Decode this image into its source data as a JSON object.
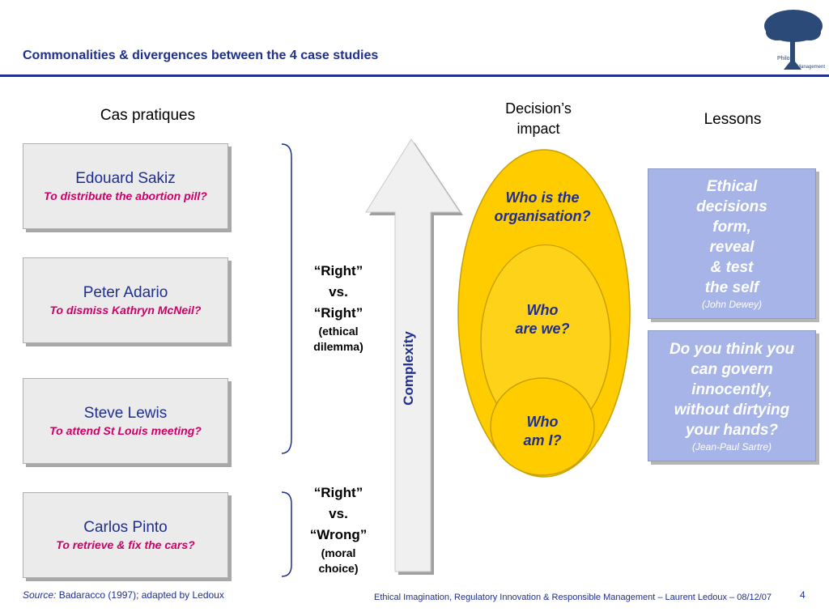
{
  "slide": {
    "title": "Commonalities & divergences between the 4 case studies",
    "logo_text": [
      "Philo",
      "Management"
    ],
    "page_number": "4"
  },
  "columns": {
    "cases_header": "Cas pratiques",
    "impact_header": [
      "Decision’s",
      "impact"
    ],
    "lessons_header": "Lessons"
  },
  "cases": [
    {
      "name": "Edouard Sakiz",
      "question": "To distribute the abortion pill?"
    },
    {
      "name": "Peter Adario",
      "question": "To dismiss Kathryn McNeil?"
    },
    {
      "name": "Steve Lewis",
      "question": "To attend St Louis meeting?"
    },
    {
      "name": "Carlos Pinto",
      "question": "To retrieve & fix the cars?"
    }
  ],
  "dilemma": {
    "line1": "“Right”",
    "line2": "vs.",
    "line3": "“Right”",
    "note1": "(ethical",
    "note2": "dilemma)"
  },
  "moral": {
    "line1": "“Right”",
    "line2": "vs.",
    "line3": "“Wrong”",
    "note1": "(moral",
    "note2": "choice)"
  },
  "arrow_label": "Complexity",
  "ovals": {
    "outer": [
      "Who is the",
      "organisation?"
    ],
    "middle": [
      "Who",
      "are we?"
    ],
    "inner": [
      "Who",
      "am I?"
    ]
  },
  "lessons": [
    {
      "lines": [
        "Ethical",
        "decisions",
        "form,",
        "reveal",
        "& test",
        "the self"
      ],
      "attribution": "(John Dewey)"
    },
    {
      "lines": [
        "Do you think you",
        "can govern",
        "innocently,",
        "without dirtying",
        "your hands?"
      ],
      "attribution": "(Jean-Paul Sartre)"
    }
  ],
  "footer": {
    "source_label": "Source:",
    "source_text": " Badaracco (1997); adapted by Ledoux",
    "credit": "Ethical Imagination, Regulatory Innovation & Responsible Management – Laurent Ledoux  –  08/12/07"
  },
  "colors": {
    "navy": "#1f2f8f",
    "magenta": "#cc0066",
    "gold": "#ffcc00",
    "lavender": "#a6b4e8"
  }
}
